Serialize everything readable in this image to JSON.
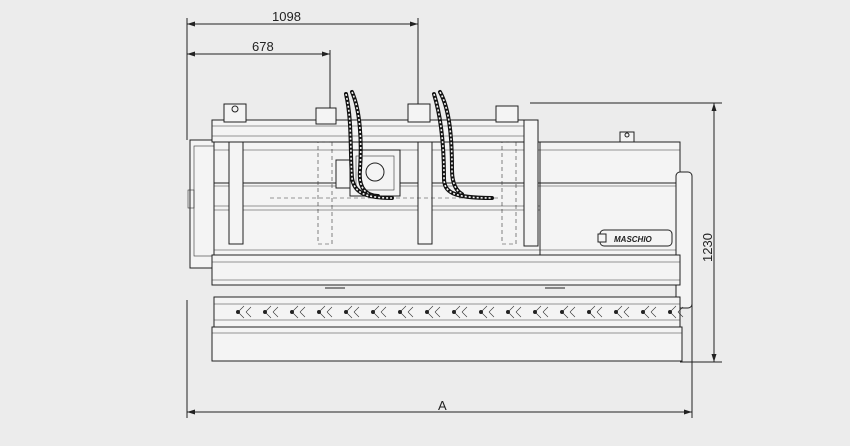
{
  "dimensions": {
    "width_upper": "1098",
    "width_lower": "678",
    "height": "1230",
    "overall": "A"
  },
  "brand_label": "MASCHIO",
  "colors": {
    "background": "#ececec",
    "line": "#222222"
  }
}
